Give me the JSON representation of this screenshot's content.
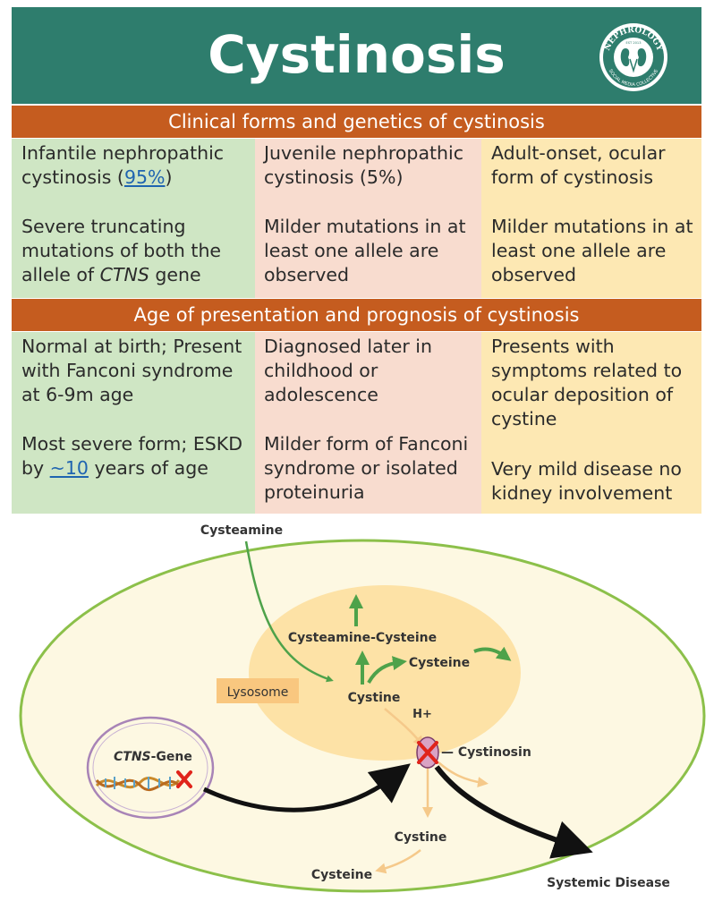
{
  "title": "Cystinosis",
  "logo": {
    "top_text": "NEPHROLOGY",
    "bottom_text": "SOCIAL MEDIA COLLECTIVE",
    "est": "EST 2013"
  },
  "section1": {
    "heading": "Clinical forms and genetics of cystinosis",
    "forms": [
      {
        "name_pre": "Infantile nephropathic cystinosis (",
        "name_link": "95%",
        "name_post": ")",
        "genetics_pre": "Severe truncating mutations of both the allele of ",
        "genetics_gene": "CTNS",
        "genetics_post": " gene"
      },
      {
        "name": "Juvenile nephropathic cystinosis (5%)",
        "genetics": "Milder mutations in at least one allele are observed"
      },
      {
        "name": "Adult-onset, ocular form of cystinosis",
        "genetics": "Milder mutations in at least one allele are observed"
      }
    ]
  },
  "section2": {
    "heading": "Age of presentation and prognosis of cystinosis",
    "forms": [
      {
        "presentation": "Normal at birth; Present with Fanconi syndrome at 6-9m age",
        "prognosis_pre": "Most severe form; ESKD by ",
        "prognosis_link": "~10",
        "prognosis_post": " years of age"
      },
      {
        "presentation": "Diagnosed later in childhood or adolescence",
        "prognosis": "Milder form of Fanconi syndrome or isolated proteinuria"
      },
      {
        "presentation": "Presents with symptoms related to ocular deposition of cystine",
        "prognosis": "Very mild disease no kidney involvement"
      }
    ]
  },
  "diagram": {
    "labels": {
      "cysteamine_in": "Cysteamine",
      "cysteamine_cysteine": "Cysteamine-Cysteine",
      "cysteine_lysosome": "Cysteine",
      "lysosome": "Lysosome",
      "cystine_lysosome": "Cystine",
      "proton": "H+",
      "cystinosin": "— Cystinosin",
      "ctns_gene_italic": "CTNS",
      "ctns_gene_suffix": "-Gene",
      "cystine_cytosol": "Cystine",
      "cysteine_cytosol": "Cysteine",
      "systemic_disease": "Systemic Disease"
    },
    "colors": {
      "cell_fill": "#fdf8e2",
      "cell_stroke": "#8cc04a",
      "lysosome_fill": "#fde2a6",
      "lysosome_label_bg": "#f9c77f",
      "green_arrow": "#4ea24a",
      "orange_arrow": "#f5c98a",
      "black_arrow": "#111111",
      "blocked_x": "#e0241b",
      "gene_circle": "#a884b7"
    }
  }
}
